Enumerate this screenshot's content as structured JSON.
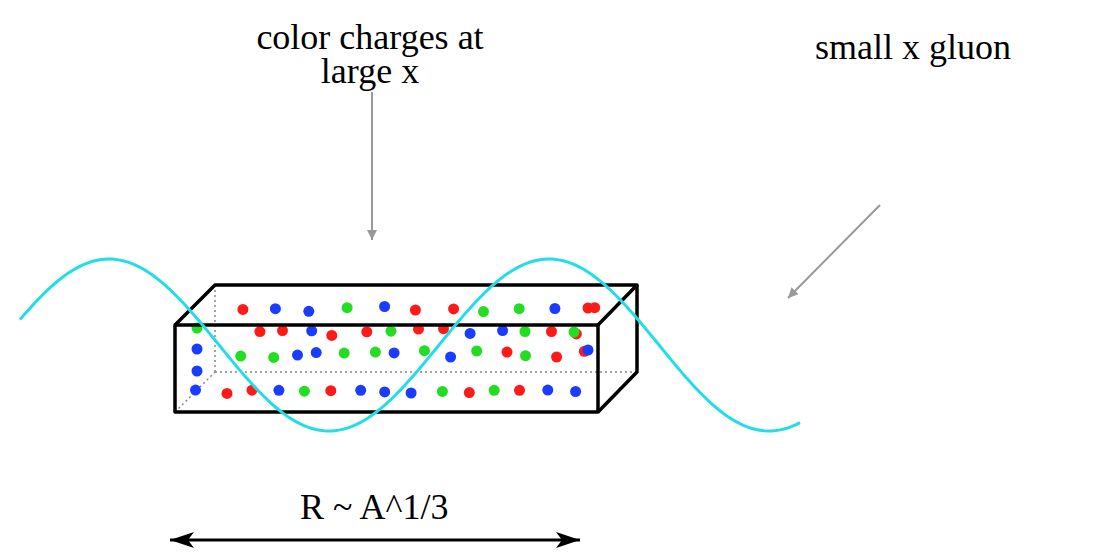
{
  "diagram": {
    "labels": [
      "color charges at large x",
      "small x gluon",
      "R ~ A^1/3"
    ]
  }
}
